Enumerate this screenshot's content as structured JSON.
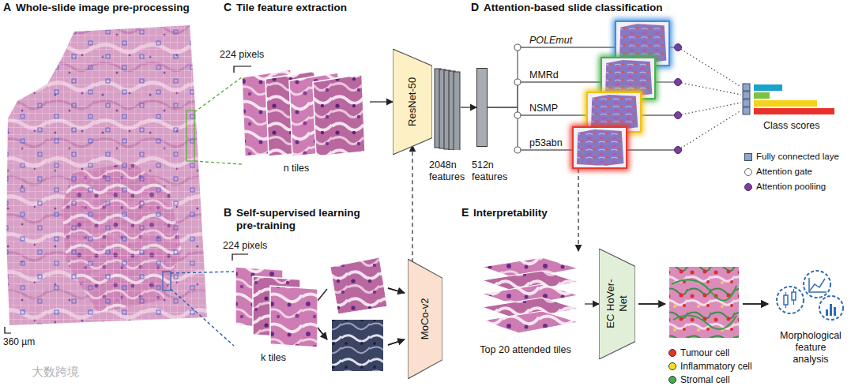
{
  "diagram": {
    "nodes": [
      {
        "text": [
          "n tiles"
        ]
      },
      {
        "text": [
          "ResNet-50"
        ]
      },
      {
        "text": [
          "2048n features"
        ]
      },
      {
        "text": [
          "512n features"
        ]
      },
      {
        "text": [
          "POLEmut"
        ]
      },
      {
        "text": [
          "MMRd"
        ]
      },
      {
        "text": [
          "NSMP"
        ]
      },
      {
        "text": [
          "p53abn"
        ]
      },
      {
        "text": [
          "Class scores"
        ]
      },
      {
        "text": [
          "k tiles"
        ]
      },
      {
        "text": [
          "MoCo-v2"
        ]
      },
      {
        "text": [
          "Top 20 attended tiles"
        ]
      },
      {
        "text": [
          "EC HoVer-Net"
        ]
      },
      {
        "text": [
          "Morphological feature analysis"
        ]
      }
    ],
    "edges": [
      {
        "from": 0,
        "to": 1,
        "arrow": "to"
      },
      {
        "from": 2,
        "to": 3,
        "arrow": "to"
      },
      {
        "from": 3,
        "to": 4,
        "arrow": "none"
      },
      {
        "from": 3,
        "to": 5,
        "arrow": "none"
      },
      {
        "from": 3,
        "to": 6,
        "arrow": "none"
      },
      {
        "from": 3,
        "to": 7,
        "arrow": "none"
      },
      {
        "from": 4,
        "to": 8,
        "arrow": "none"
      },
      {
        "from": 5,
        "to": 8,
        "arrow": "none"
      },
      {
        "from": 6,
        "to": 8,
        "arrow": "none"
      },
      {
        "from": 7,
        "to": 8,
        "arrow": "none"
      },
      {
        "from": 10,
        "to": 1,
        "arrow": "to"
      },
      {
        "from": 7,
        "to": 11,
        "arrow": "to"
      },
      {
        "from": 11,
        "to": 12,
        "arrow": "to"
      }
    ],
    "labels": [
      "A",
      "Whole-slide image pre-processing",
      "C",
      "Tile feature extraction",
      "D",
      "Attention-based slide classification",
      "224 pixels",
      "B",
      "Self-supervised learning pre-training",
      "224 pixels",
      "E",
      "Interpretability",
      "360 µm",
      "大数跨境"
    ],
    "legend": [
      {
        "text": "Fully connected laye"
      },
      {
        "text": "Attention gate"
      },
      {
        "text": "Attention pooliing"
      },
      {
        "text": "Tumour cell",
        "color": "#e8312a"
      },
      {
        "text": "Inflammatory cell",
        "color": "#f2e21c"
      },
      {
        "text": "Stromal cell",
        "color": "#3fae49"
      }
    ]
  }
}
